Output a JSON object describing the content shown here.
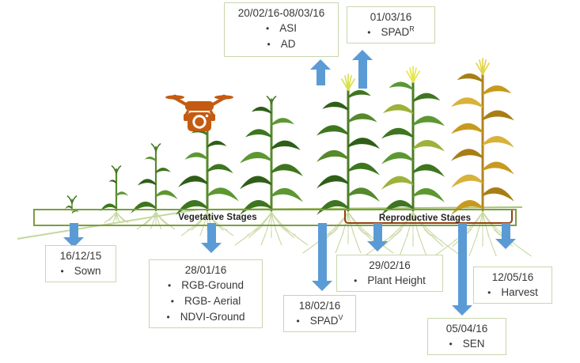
{
  "ui": {
    "bullet": "•"
  },
  "colors": {
    "arrow_blue": "#5b9bd5",
    "box_border": "#c9d6ad",
    "bar_green": "#7b9e3e",
    "bracket_brown": "#943f10",
    "drone_orange": "#c55a11",
    "senesced_gold": "#c79a1e"
  },
  "icons": {
    "drone": "drone-camera-icon"
  },
  "timeline": {
    "vegetative_label": "Vegetative Stages",
    "reproductive_label": "Reproductive Stages"
  },
  "events": {
    "asi_ad": {
      "date": "20/02/16-08/03/16",
      "items": [
        "ASI",
        "AD"
      ]
    },
    "spad_r": {
      "date": "01/03/16",
      "item": "SPAD",
      "sup": "R"
    },
    "sown": {
      "date": "16/12/15",
      "items": [
        "Sown"
      ]
    },
    "rgb": {
      "date": "28/01/16",
      "items": [
        "RGB-Ground",
        "RGB- Aerial",
        "NDVI-Ground"
      ]
    },
    "spad_v": {
      "date": "18/02/16",
      "item": "SPAD",
      "sup": "V"
    },
    "plant_height": {
      "date": "29/02/16",
      "items": [
        "Plant Height"
      ]
    },
    "sen": {
      "date": "05/04/16",
      "items": [
        "SEN"
      ]
    },
    "harvest": {
      "date": "12/05/16",
      "items": [
        "Harvest"
      ]
    }
  }
}
